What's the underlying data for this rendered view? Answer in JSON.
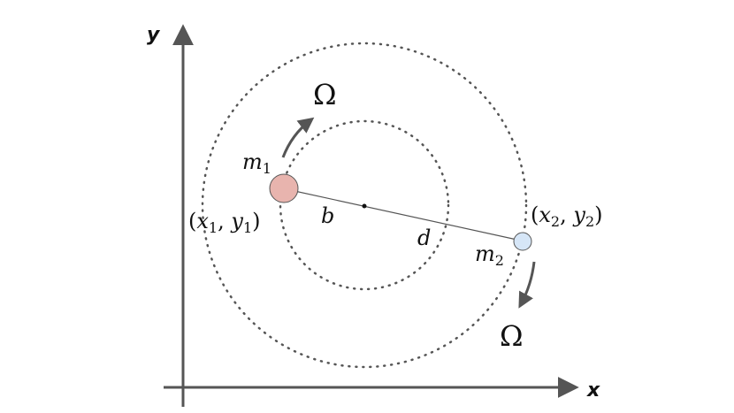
{
  "axes": {
    "x_label": "x",
    "y_label": "y"
  },
  "omega_label": "Ω",
  "body1": {
    "mass_label": "m",
    "mass_subscript": "1",
    "coord_open": "(",
    "coord_x": "x",
    "coord_x_sub": "1",
    "coord_sep": ", ",
    "coord_y": "y",
    "coord_y_sub": "1",
    "coord_close": ")"
  },
  "body2": {
    "mass_label": "m",
    "mass_subscript": "2",
    "coord_open": "(",
    "coord_x": "x",
    "coord_x_sub": "2",
    "coord_sep": ", ",
    "coord_y": "y",
    "coord_y_sub": "2",
    "coord_close": ")"
  },
  "distance_label_b": "b",
  "distance_label_d": "d",
  "colors": {
    "body1_fill": "#e8b4ae",
    "body2_fill": "#d6e6f7",
    "axis": "#555555",
    "orbit": "#555555"
  }
}
